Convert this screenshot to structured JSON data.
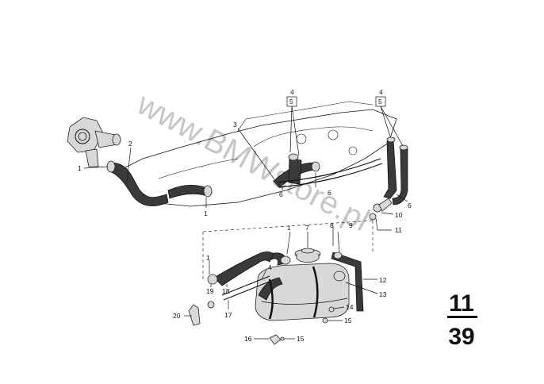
{
  "diagram": {
    "watermark": "www.BMWstore.pl",
    "page_number": {
      "group": "11",
      "page": "39"
    },
    "callouts": [
      {
        "n": "1"
      },
      {
        "n": "2"
      },
      {
        "n": "1"
      },
      {
        "n": "3"
      },
      {
        "n": "4"
      },
      {
        "n": "5"
      },
      {
        "n": "6"
      },
      {
        "n": "6"
      },
      {
        "n": "4"
      },
      {
        "n": "5"
      },
      {
        "n": "6"
      },
      {
        "n": "10"
      },
      {
        "n": "11"
      },
      {
        "n": "1"
      },
      {
        "n": "7"
      },
      {
        "n": "8"
      },
      {
        "n": "9"
      },
      {
        "n": "12"
      },
      {
        "n": "13"
      },
      {
        "n": "1"
      },
      {
        "n": "4"
      },
      {
        "n": "19"
      },
      {
        "n": "18"
      },
      {
        "n": "17"
      },
      {
        "n": "20"
      },
      {
        "n": "14"
      },
      {
        "n": "15"
      },
      {
        "n": "16"
      },
      {
        "n": "15"
      }
    ]
  },
  "colors": {
    "ink": "#111111",
    "watermark": "#bdbdbd"
  }
}
